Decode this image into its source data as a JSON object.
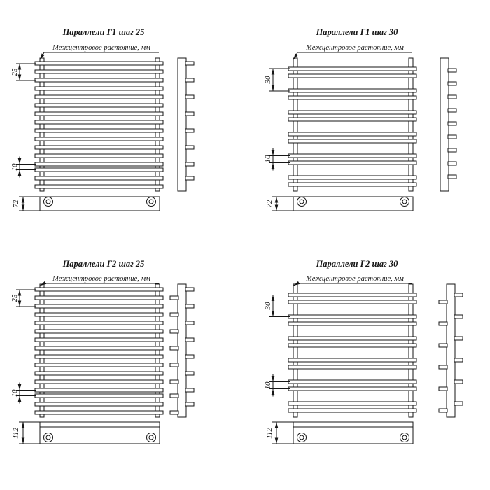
{
  "page": {
    "background": "#ffffff",
    "line_color": "#161616"
  },
  "panels": [
    {
      "id": "g1-step-25",
      "title": "Параллели Г1 шаг 25",
      "subtitle": "Межцентровое растояние, мм",
      "step_dim": "25",
      "inner_dim": "10",
      "collector_dim": "72"
    },
    {
      "id": "g1-step-30",
      "title": "Параллели Г1 шаг 30",
      "subtitle": "Межцентровое растояние, мм",
      "step_dim": "30",
      "inner_dim": "10",
      "collector_dim": "72"
    },
    {
      "id": "g2-step-25",
      "title": "Параллели Г2 шаг 25",
      "subtitle": "Межцентровое растояние, мм",
      "step_dim": "25",
      "inner_dim": "10",
      "collector_dim": "112"
    },
    {
      "id": "g2-step-30",
      "title": "Параллели Г2 шаг 30",
      "subtitle": "Межцентровое растояние, мм",
      "step_dim": "30",
      "inner_dim": "10",
      "collector_dim": "112"
    }
  ]
}
